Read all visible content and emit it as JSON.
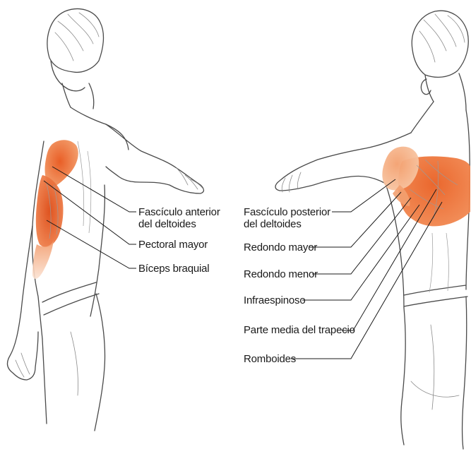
{
  "colors": {
    "muscle_primary": "#ef7a3c",
    "muscle_dark": "#e0581f",
    "muscle_secondary": "#f1a77c",
    "skin": "#ffffff",
    "line": "#4a4a4a"
  },
  "left_figure": {
    "labels": [
      {
        "id": "anterior-deltoid",
        "lines": [
          "Fascículo anterior",
          "del deltoides"
        ]
      },
      {
        "id": "pectoralis-major",
        "lines": [
          "Pectoral mayor"
        ]
      },
      {
        "id": "biceps",
        "lines": [
          "Bíceps braquial"
        ]
      }
    ]
  },
  "right_figure": {
    "labels": [
      {
        "id": "posterior-deltoid",
        "lines": [
          "Fascículo posterior",
          "del deltoides"
        ]
      },
      {
        "id": "teres-major",
        "lines": [
          "Redondo mayor"
        ]
      },
      {
        "id": "teres-minor",
        "lines": [
          "Redondo menor"
        ]
      },
      {
        "id": "infraspinatus",
        "lines": [
          "Infraespinoso"
        ]
      },
      {
        "id": "middle-trapezius",
        "lines": [
          "Parte media del trapecio"
        ]
      },
      {
        "id": "rhomboids",
        "lines": [
          "Romboides"
        ]
      }
    ]
  }
}
